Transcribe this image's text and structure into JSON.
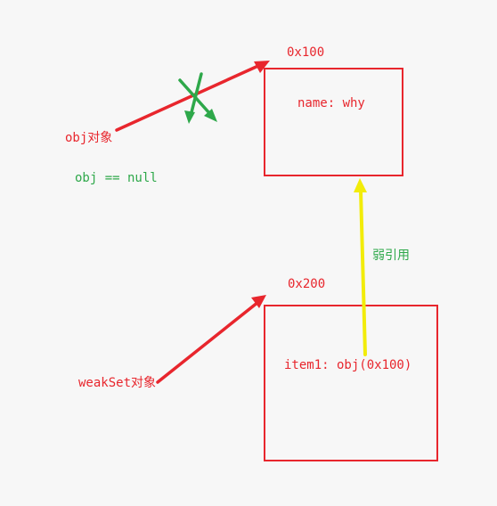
{
  "obj_address": "0x100",
  "obj_property": "name: why",
  "obj_label": "obj对象",
  "obj_null": "obj == null",
  "weak_ref_label": "弱引用",
  "weakset_address": "0x200",
  "weakset_item": "item1: obj(0x100)",
  "weakset_label": "weakSet对象",
  "colors": {
    "reference_arrow": "#e8262d",
    "cross_mark": "#2ea84a",
    "weak_arrow": "#f2ec0a"
  }
}
